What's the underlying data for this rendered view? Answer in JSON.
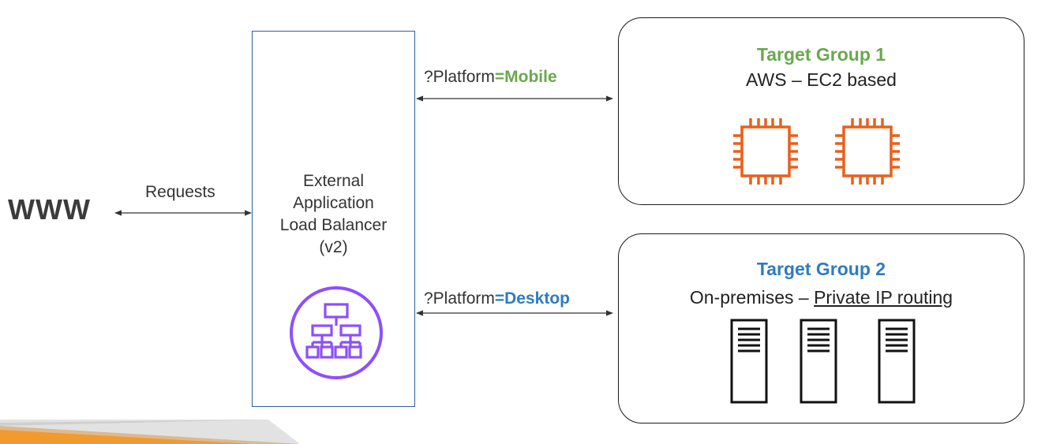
{
  "www_label": "WWW",
  "requests_label": "Requests",
  "alb": {
    "lines": [
      "External",
      "Application",
      "Load Balancer",
      "(v2)"
    ],
    "icon": "load-balancer-icon",
    "icon_color": "#8c4fff",
    "border_color": "#2e5fa3"
  },
  "routes": [
    {
      "prefix": "?Platform",
      "value": "=Mobile",
      "color": "#6aa84f"
    },
    {
      "prefix": "?Platform",
      "value": "=Desktop",
      "color": "#2f7bbf"
    }
  ],
  "target_groups": [
    {
      "title": "Target Group 1",
      "subtitle": "AWS – EC2 based",
      "title_color": "#6aa84f",
      "icon": "ec2-instance-icon",
      "icon_color": "#e8601c",
      "icon_count": 2
    },
    {
      "title": "Target Group 2",
      "subtitle_prefix": "On-premises – ",
      "subtitle_link": "Private IP routing",
      "title_color": "#2f7bbf",
      "icon": "server-icon",
      "icon_count": 3
    }
  ],
  "accent_bar_color": "#f29a2e"
}
